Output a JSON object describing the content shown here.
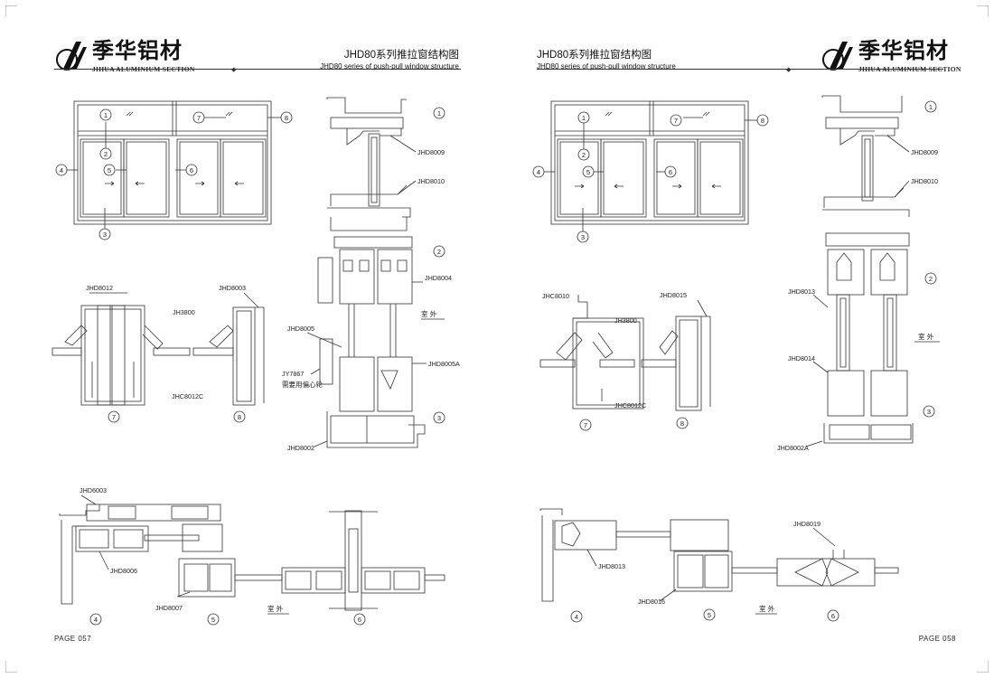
{
  "left": {
    "brand": {
      "name": "季华铝材",
      "subtitle": "JIHUA ALUMINIUM SECTION"
    },
    "title": "JHD80系列推拉窗结构图",
    "subtitle": "JHD80 series of push-pull window structure",
    "page": "PAGE 057",
    "callouts": [
      "1",
      "2",
      "3",
      "4",
      "5",
      "6",
      "7",
      "8"
    ],
    "labels": {
      "jhd8009": "JHD8009",
      "jhd8010": "JHD8010",
      "jhd8004": "JHD8004",
      "jhd8005": "JHD8005",
      "jhd8005a": "JHD8005A",
      "jy7867": "JY7867",
      "wheel_note": "需要用偏心轮",
      "jhd8002": "JHD8002",
      "jhd8012": "JHD8012",
      "jhd8003_a": "JHD8003",
      "jh3800": "JH3800",
      "jhc8012c": "JHC8012C",
      "jhd6003": "JHD6003",
      "jhd8006": "JHD8006",
      "jhd8007": "JHD8007",
      "indoor_outdoor_a": "室  外",
      "indoor_outdoor_b": "室  外"
    }
  },
  "right": {
    "brand": {
      "name": "季华铝材",
      "subtitle": "JIHUA ALUMINIUM SECTION"
    },
    "title": "JHD80系列推拉窗结构图",
    "subtitle": "JHD80 series of push-pull window structure",
    "page": "PAGE 058",
    "callouts": [
      "1",
      "2",
      "3",
      "4",
      "5",
      "6",
      "7",
      "8"
    ],
    "labels": {
      "jhd8009": "JHD8009",
      "jhd8010": "JHD8010",
      "jhd8013_a": "JHD8013",
      "jhd8014": "JHD8014",
      "jhd8002a": "JHD8002A",
      "jhc8010": "JHC8010",
      "jhd8015": "JHD8015",
      "jh3800": "JH3800",
      "jhc8012c": "JHC8012C",
      "jhd8013_b": "JHD8013",
      "jhd8016": "JHD8016",
      "jhd8019": "JHD8019",
      "indoor_outdoor_a": "室  外",
      "indoor_outdoor_b": "室  外"
    }
  }
}
